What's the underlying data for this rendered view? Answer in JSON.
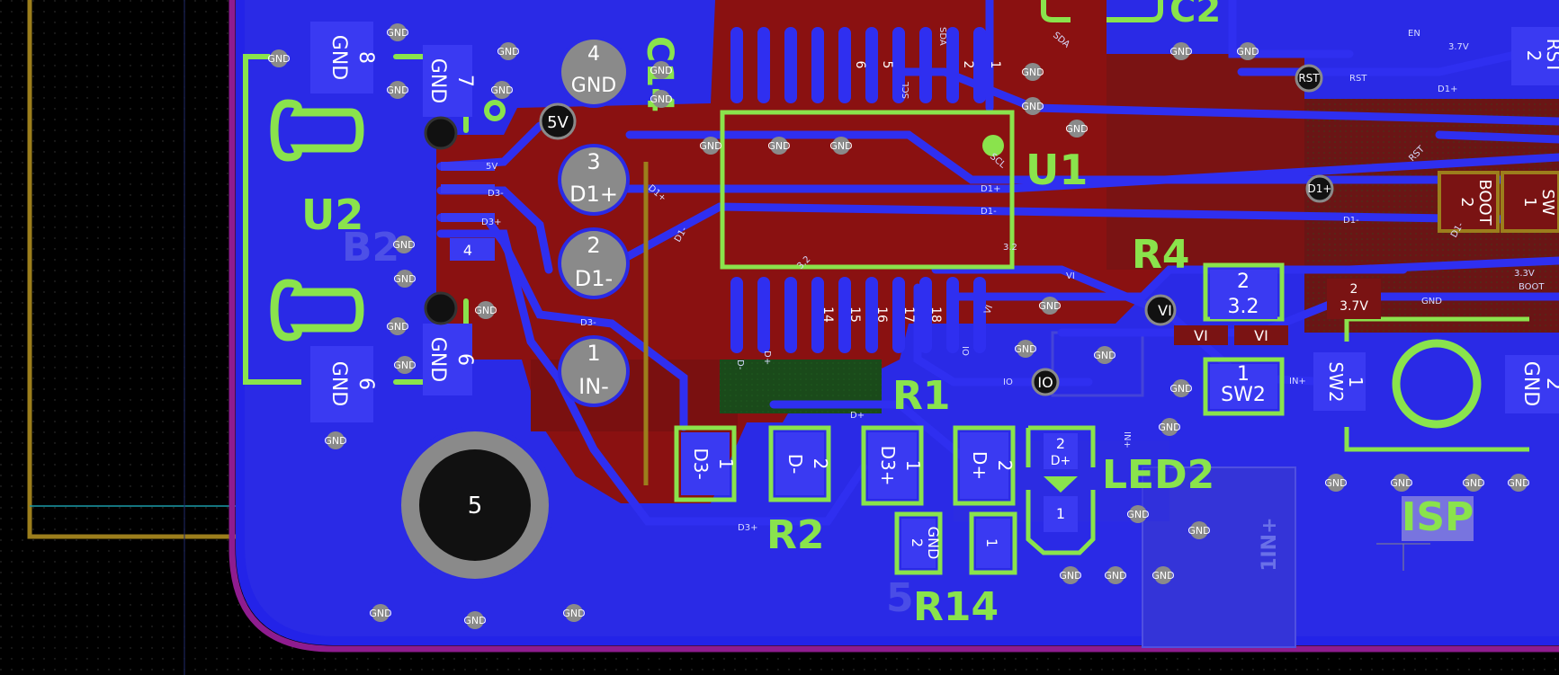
{
  "app": {
    "name": "PCB Editor",
    "view": "board layout canvas"
  },
  "colors": {
    "background": "#000000",
    "board_fill": "#2323e8",
    "copper_front": "#8a1111",
    "copper_back": "#2b2bd8",
    "trace_back": "#2f2ff0",
    "silkscreen": "#8ae34c",
    "edge_cuts": "#8f1c8f",
    "courtyard": "#9c7e1c",
    "pad_smd": "#3a3af2",
    "pad_tht_ring": "#8a8a8a",
    "hole": "#111111"
  },
  "refs": {
    "u2": "U2",
    "u1": "U1",
    "c14": "C14",
    "r1": "R1",
    "r2": "R2",
    "r4": "R4",
    "r14": "R14",
    "led2": "LED2",
    "isp": "ISP",
    "c2": "C2"
  },
  "j_pins": {
    "p4": {
      "num": "4",
      "name": "GND"
    },
    "p3": {
      "num": "3",
      "name": "D1+"
    },
    "p2": {
      "num": "2",
      "name": "D1-"
    },
    "p1": {
      "num": "1",
      "name": "IN-"
    },
    "p5": {
      "num": "5"
    }
  },
  "u2_pads": {
    "p8": {
      "num": "8",
      "name": "GND"
    },
    "p7": {
      "num": "7",
      "name": "GND"
    },
    "p6a": {
      "num": "6",
      "name": "GND"
    },
    "p6b": {
      "num": "6",
      "name": "GND"
    },
    "p4": {
      "num": "4"
    }
  },
  "r2_pads": {
    "p1": {
      "num": "1",
      "name": "D3-"
    },
    "p2": {
      "num": "2",
      "name": "D-"
    }
  },
  "r1_pads": {
    "p1": {
      "num": "1",
      "name": "D3+"
    },
    "p2": {
      "num": "2",
      "name": "D+"
    }
  },
  "r14_pads": {
    "p2": {
      "num": "2",
      "name": "GND"
    },
    "p1": {
      "num": "1",
      "name": ""
    }
  },
  "led2_pads": {
    "p2": {
      "num": "2",
      "name": "D+"
    },
    "p1": {
      "num": "1"
    }
  },
  "r4_pads": {
    "p2": {
      "num": "2",
      "name": "3.2"
    },
    "vi_left": "VI",
    "vi_right": "VI"
  },
  "sw2_pads": {
    "p1a": {
      "num": "1",
      "name": "SW2"
    },
    "p1b": {
      "num": "1",
      "name": "SW2"
    }
  },
  "u1_pins_top": [
    "6",
    "5",
    "2",
    "1"
  ],
  "u1_pins_bottom": [
    "14",
    "15",
    "16",
    "17",
    "18"
  ],
  "vias": {
    "gnd": "GND",
    "v5": "5V",
    "vi": "VI",
    "io": "IO",
    "rst": "RST",
    "d1p": "D1+"
  },
  "right_parts": {
    "gnd_pad": {
      "num": "2",
      "name": "GND"
    },
    "rst_pad": {
      "num": "2",
      "name": "RST"
    },
    "boot_pad": {
      "num": "2",
      "name": "BOOT"
    },
    "sw_pad": {
      "num": "1",
      "name": "SW"
    },
    "pad_37": {
      "num": "2",
      "name": "3.7V"
    },
    "in_plus": {
      "num": "1",
      "name": "IN+"
    }
  },
  "net_labels": {
    "d3m": "D3-",
    "d3p": "D3+",
    "d1p": "D1+",
    "d1m": "D1-",
    "v5": "5V",
    "scl": "SCL",
    "sda": "SDA",
    "v32": "3.2",
    "vi": "VI",
    "io": "IO",
    "dp": "D+",
    "dm": "D-",
    "rst": "RST",
    "v37": "3.7V",
    "v33": "3.3V",
    "boot": "BOOT",
    "in_plus": "IN+",
    "en": "EN",
    "gnd": "GND"
  }
}
